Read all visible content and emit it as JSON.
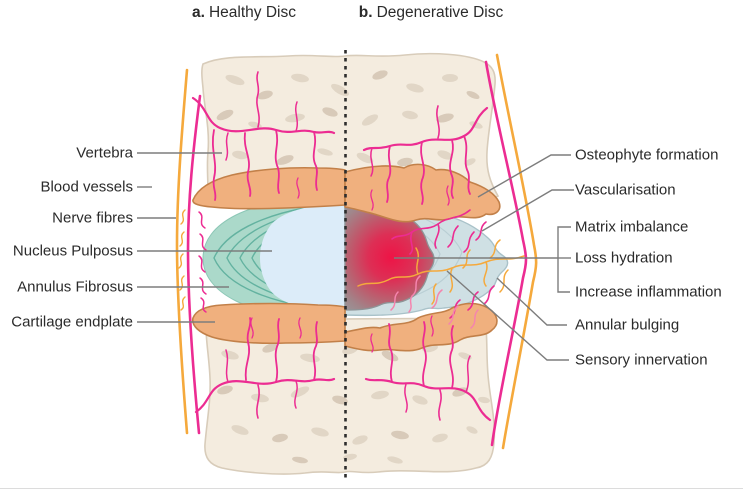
{
  "figure": {
    "panel_titles": [
      {
        "prefix": "a.",
        "label": "Healthy Disc"
      },
      {
        "prefix": "b.",
        "label": "Degenerative Disc"
      }
    ],
    "left_labels": [
      "Vertebra",
      "Blood vessels",
      "Nerve fibres",
      "Nucleus Pulposus",
      "Annulus Fibrosus",
      "Cartilage endplate"
    ],
    "right_labels": [
      "Osteophyte formation",
      "Vascularisation",
      "Matrix imbalance",
      "Loss hydration",
      "Increase inflammation",
      "Annular bulging",
      "Sensory innervation"
    ],
    "colors": {
      "text": "#2b2b2b",
      "leader_line": "#7d7d7d",
      "divider": "#2d2d2d",
      "bone": "#f4ecdf",
      "bone_speckle": "#e1d6c6",
      "endplate": "#f0b07e",
      "annulus_healthy": "#abd9ca",
      "nucleus_healthy": "#dcecf9",
      "annulus_degenerative": "#cfe0e4",
      "inflammation_core": "#ee1446",
      "vessel": "#ec2c92",
      "nerve": "#f5a93c",
      "sensory": "#f584ae"
    }
  }
}
